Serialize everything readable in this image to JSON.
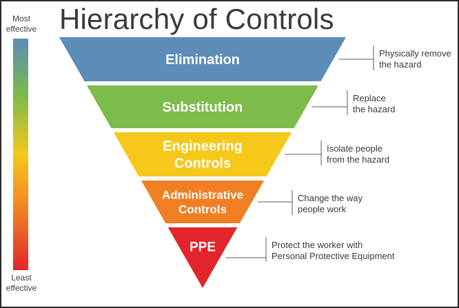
{
  "title": "Hierarchy of Controls",
  "scale": {
    "top_label_line1": "Most",
    "top_label_line2": "effective",
    "bottom_label_line1": "Least",
    "bottom_label_line2": "effective",
    "gradient_colors": [
      "#5b8db8",
      "#7dbb4a",
      "#f5c81a",
      "#f07f24",
      "#e3242b"
    ]
  },
  "tiers": [
    {
      "label_lines": [
        "Elimination"
      ],
      "description_lines": [
        "Physically remove",
        "the hazard"
      ],
      "color": "#5b8db8"
    },
    {
      "label_lines": [
        "Substitution"
      ],
      "description_lines": [
        "Replace",
        "the hazard"
      ],
      "color": "#7dbb4a"
    },
    {
      "label_lines": [
        "Engineering",
        "Controls"
      ],
      "description_lines": [
        "Isolate people",
        "from the hazard"
      ],
      "color": "#f5c81a"
    },
    {
      "label_lines": [
        "Administrative",
        "Controls"
      ],
      "description_lines": [
        "Change the way",
        "people work"
      ],
      "color": "#f07f24"
    },
    {
      "label_lines": [
        "PPE"
      ],
      "description_lines": [
        "Protect the worker with",
        "Personal Protective Equipment"
      ],
      "color": "#e3242b"
    }
  ]
}
